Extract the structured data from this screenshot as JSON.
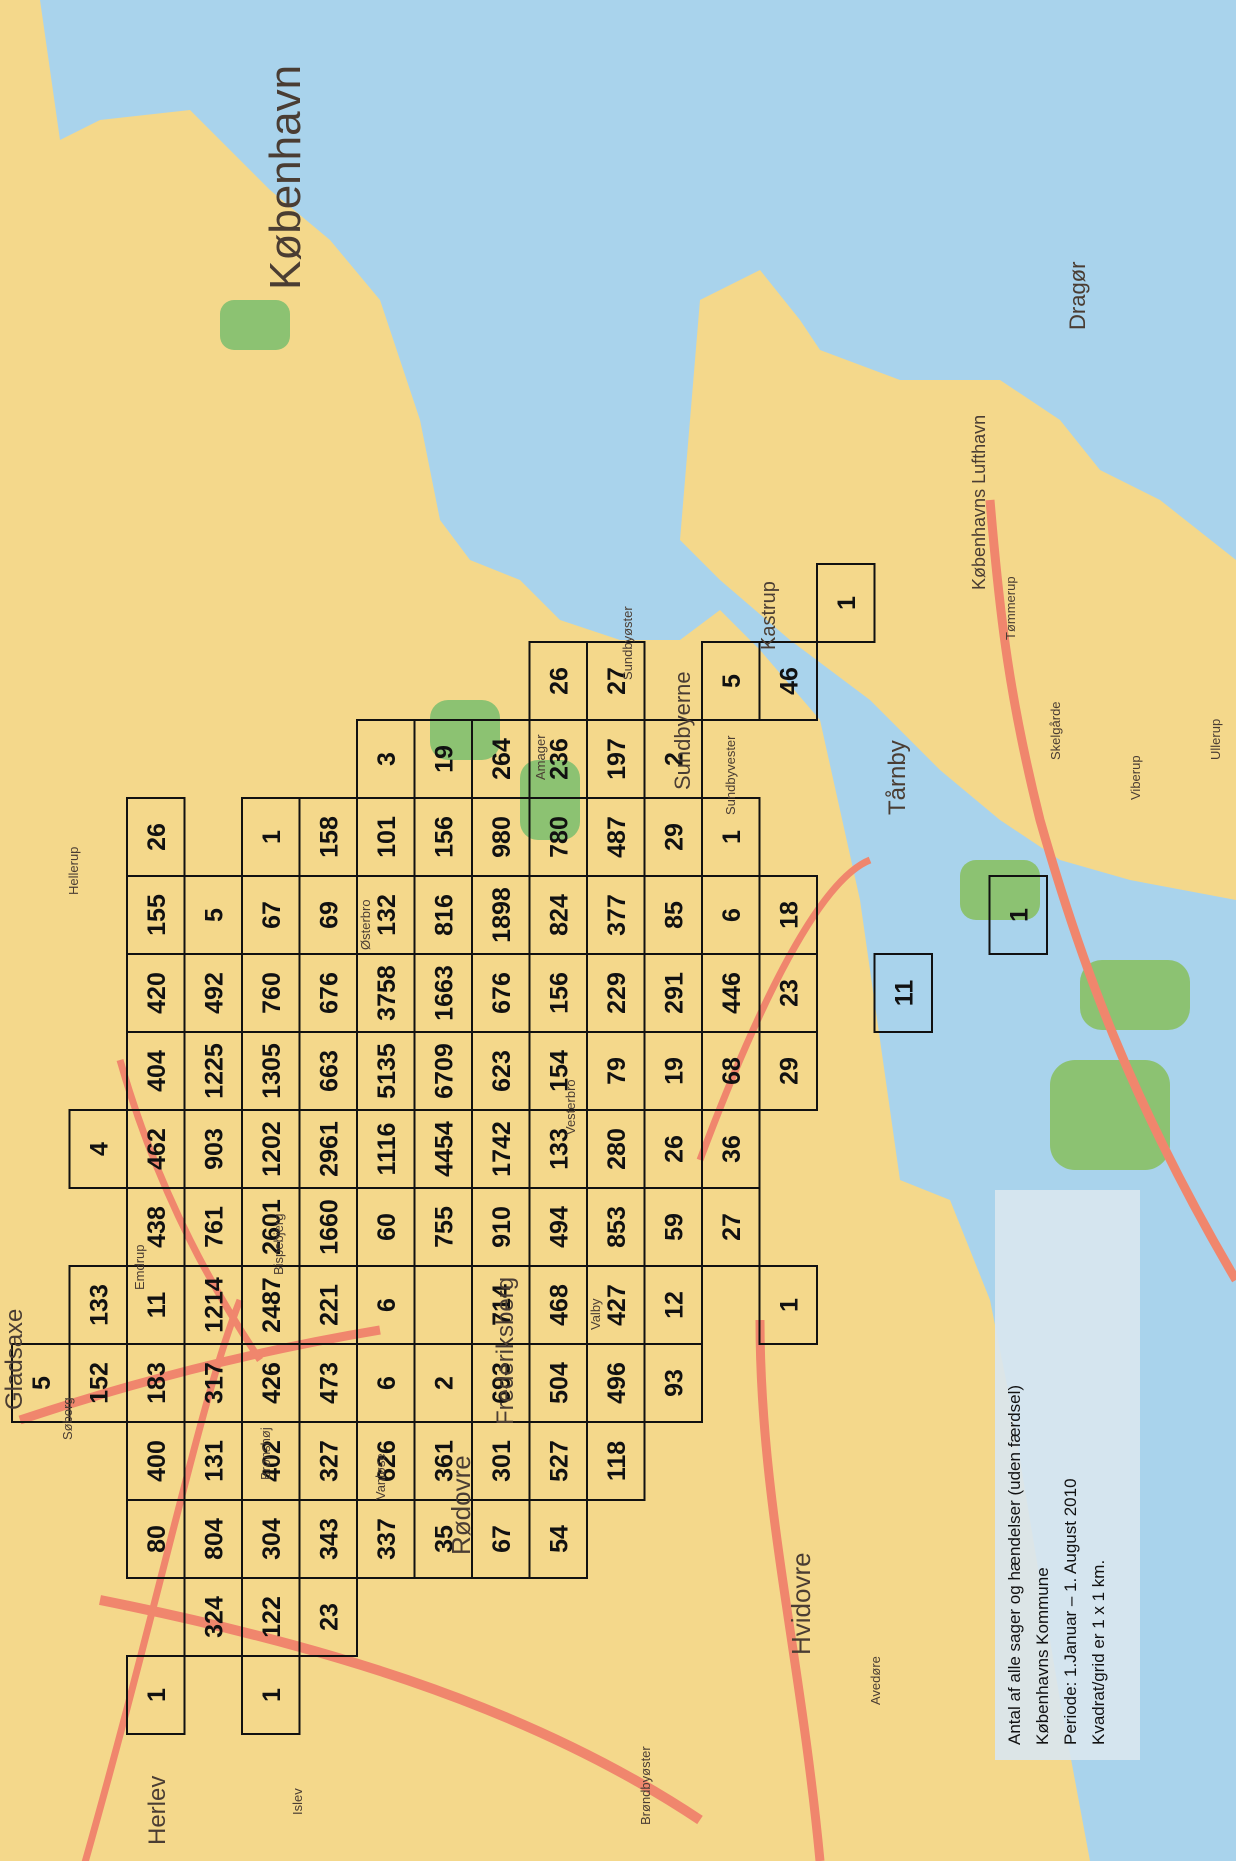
{
  "colors": {
    "sea": "#a9d3ec",
    "land": "#f4d88b",
    "road": "#f0866d",
    "park": "#8cc272",
    "grid": "#111111"
  },
  "city_label": "København",
  "places": {
    "gladsaxe": "Gladsaxe",
    "herlev": "Herlev",
    "rodovre": "Rødovre",
    "hvidovre": "Hvidovre",
    "frederiksberg": "Frederiksberg",
    "sundbyerne": "Sundbyerne",
    "tarnby": "Tårnby",
    "kastrup": "Kastrup",
    "dragor": "Dragør",
    "lufthavn": "Københavns Lufthavn",
    "hellerup": "Hellerup",
    "emdrup": "Emdrup",
    "bispebjerg": "Bispebjerg",
    "brønshøj": "Brønshøj",
    "vanløse": "Vanløse",
    "valby": "Valby",
    "amager": "Amager",
    "sundbyvester": "Sundbyvester",
    "sundbyoster": "Sundbyøster",
    "avedøre": "Avedøre",
    "brøndbyøster": "Brøndbyøster",
    "søborg": "Søborg",
    "islev": "Islev",
    "tømmerup": "Tømmerup",
    "skelgårde": "Skelgårde",
    "viberup": "Viberup",
    "ullerup": "Ullerup",
    "østerbro": "Østerbro",
    "vesterbro": "Vesterbro"
  },
  "legend": {
    "items": [
      "Antal af alle sager og hændelser (uden færdsel)",
      "Københavns Kommune",
      "Periode: 1.Januar – 1. August 2010",
      "Kvadrat/grid er 1 x 1 km."
    ]
  },
  "grid": [
    {
      "row": 0,
      "col": 6,
      "value": "5"
    },
    {
      "row": 1,
      "col": 6,
      "value": "152"
    },
    {
      "row": 1,
      "col": 7,
      "value": "133"
    },
    {
      "row": 1,
      "col": 9,
      "value": "4"
    },
    {
      "row": 2,
      "col": 2,
      "value": "1"
    },
    {
      "row": 2,
      "col": 4,
      "value": "80"
    },
    {
      "row": 2,
      "col": 5,
      "value": "400"
    },
    {
      "row": 2,
      "col": 6,
      "value": "183"
    },
    {
      "row": 2,
      "col": 7,
      "value": "11"
    },
    {
      "row": 2,
      "col": 8,
      "value": "438"
    },
    {
      "row": 2,
      "col": 9,
      "value": "462"
    },
    {
      "row": 2,
      "col": 10,
      "value": "404"
    },
    {
      "row": 2,
      "col": 11,
      "value": "420"
    },
    {
      "row": 2,
      "col": 12,
      "value": "155"
    },
    {
      "row": 2,
      "col": 13,
      "value": "26"
    },
    {
      "row": 3,
      "col": 3,
      "value": "324"
    },
    {
      "row": 3,
      "col": 4,
      "value": "804"
    },
    {
      "row": 3,
      "col": 5,
      "value": "131"
    },
    {
      "row": 3,
      "col": 6,
      "value": "317"
    },
    {
      "row": 3,
      "col": 7,
      "value": "1214"
    },
    {
      "row": 3,
      "col": 8,
      "value": "761"
    },
    {
      "row": 3,
      "col": 9,
      "value": "903"
    },
    {
      "row": 3,
      "col": 10,
      "value": "1225"
    },
    {
      "row": 3,
      "col": 11,
      "value": "492"
    },
    {
      "row": 3,
      "col": 12,
      "value": "5"
    },
    {
      "row": 4,
      "col": 2,
      "value": "1"
    },
    {
      "row": 4,
      "col": 3,
      "value": "122"
    },
    {
      "row": 4,
      "col": 4,
      "value": "304"
    },
    {
      "row": 4,
      "col": 5,
      "value": "402"
    },
    {
      "row": 4,
      "col": 6,
      "value": "426"
    },
    {
      "row": 4,
      "col": 7,
      "value": "2487"
    },
    {
      "row": 4,
      "col": 8,
      "value": "2601"
    },
    {
      "row": 4,
      "col": 9,
      "value": "1202"
    },
    {
      "row": 4,
      "col": 10,
      "value": "1305"
    },
    {
      "row": 4,
      "col": 11,
      "value": "760"
    },
    {
      "row": 4,
      "col": 12,
      "value": "67"
    },
    {
      "row": 4,
      "col": 13,
      "value": "1"
    },
    {
      "row": 5,
      "col": 3,
      "value": "23"
    },
    {
      "row": 5,
      "col": 4,
      "value": "343"
    },
    {
      "row": 5,
      "col": 5,
      "value": "327"
    },
    {
      "row": 5,
      "col": 6,
      "value": "473"
    },
    {
      "row": 5,
      "col": 7,
      "value": "221"
    },
    {
      "row": 5,
      "col": 8,
      "value": "1660"
    },
    {
      "row": 5,
      "col": 9,
      "value": "2961"
    },
    {
      "row": 5,
      "col": 10,
      "value": "663"
    },
    {
      "row": 5,
      "col": 11,
      "value": "676"
    },
    {
      "row": 5,
      "col": 12,
      "value": "69"
    },
    {
      "row": 5,
      "col": 13,
      "value": "158"
    },
    {
      "row": 6,
      "col": 4,
      "value": "337"
    },
    {
      "row": 6,
      "col": 5,
      "value": "626"
    },
    {
      "row": 6,
      "col": 6,
      "value": "6"
    },
    {
      "row": 6,
      "col": 7,
      "value": "6"
    },
    {
      "row": 6,
      "col": 8,
      "value": "60"
    },
    {
      "row": 6,
      "col": 9,
      "value": "1116"
    },
    {
      "row": 6,
      "col": 10,
      "value": "5135"
    },
    {
      "row": 6,
      "col": 11,
      "value": "3758"
    },
    {
      "row": 6,
      "col": 12,
      "value": "132"
    },
    {
      "row": 6,
      "col": 13,
      "value": "101"
    },
    {
      "row": 6,
      "col": 14,
      "value": "3"
    },
    {
      "row": 7,
      "col": 4,
      "value": "35"
    },
    {
      "row": 7,
      "col": 5,
      "value": "361"
    },
    {
      "row": 7,
      "col": 6,
      "value": "2"
    },
    {
      "row": 7,
      "col": 8,
      "value": "755"
    },
    {
      "row": 7,
      "col": 9,
      "value": "4454"
    },
    {
      "row": 7,
      "col": 10,
      "value": "6709"
    },
    {
      "row": 7,
      "col": 11,
      "value": "1663"
    },
    {
      "row": 7,
      "col": 12,
      "value": "816"
    },
    {
      "row": 7,
      "col": 13,
      "value": "156"
    },
    {
      "row": 7,
      "col": 14,
      "value": "19"
    },
    {
      "row": 8,
      "col": 4,
      "value": "67"
    },
    {
      "row": 8,
      "col": 5,
      "value": "301"
    },
    {
      "row": 8,
      "col": 6,
      "value": "693"
    },
    {
      "row": 8,
      "col": 7,
      "value": "714"
    },
    {
      "row": 8,
      "col": 8,
      "value": "910"
    },
    {
      "row": 8,
      "col": 9,
      "value": "1742"
    },
    {
      "row": 8,
      "col": 10,
      "value": "623"
    },
    {
      "row": 8,
      "col": 11,
      "value": "676"
    },
    {
      "row": 8,
      "col": 12,
      "value": "1898"
    },
    {
      "row": 8,
      "col": 13,
      "value": "980"
    },
    {
      "row": 8,
      "col": 14,
      "value": "264"
    },
    {
      "row": 9,
      "col": 4,
      "value": "54"
    },
    {
      "row": 9,
      "col": 5,
      "value": "527"
    },
    {
      "row": 9,
      "col": 6,
      "value": "504"
    },
    {
      "row": 9,
      "col": 7,
      "value": "468"
    },
    {
      "row": 9,
      "col": 8,
      "value": "494"
    },
    {
      "row": 9,
      "col": 9,
      "value": "133"
    },
    {
      "row": 9,
      "col": 10,
      "value": "154"
    },
    {
      "row": 9,
      "col": 11,
      "value": "156"
    },
    {
      "row": 9,
      "col": 12,
      "value": "824"
    },
    {
      "row": 9,
      "col": 13,
      "value": "780"
    },
    {
      "row": 9,
      "col": 14,
      "value": "236"
    },
    {
      "row": 9,
      "col": 15,
      "value": "26"
    },
    {
      "row": 10,
      "col": 5,
      "value": "118"
    },
    {
      "row": 10,
      "col": 6,
      "value": "496"
    },
    {
      "row": 10,
      "col": 7,
      "value": "427"
    },
    {
      "row": 10,
      "col": 8,
      "value": "853"
    },
    {
      "row": 10,
      "col": 9,
      "value": "280"
    },
    {
      "row": 10,
      "col": 10,
      "value": "79"
    },
    {
      "row": 10,
      "col": 11,
      "value": "229"
    },
    {
      "row": 10,
      "col": 12,
      "value": "377"
    },
    {
      "row": 10,
      "col": 13,
      "value": "487"
    },
    {
      "row": 10,
      "col": 14,
      "value": "197"
    },
    {
      "row": 10,
      "col": 15,
      "value": "27"
    },
    {
      "row": 11,
      "col": 6,
      "value": "93"
    },
    {
      "row": 11,
      "col": 7,
      "value": "12"
    },
    {
      "row": 11,
      "col": 8,
      "value": "59"
    },
    {
      "row": 11,
      "col": 9,
      "value": "26"
    },
    {
      "row": 11,
      "col": 10,
      "value": "19"
    },
    {
      "row": 11,
      "col": 11,
      "value": "291"
    },
    {
      "row": 11,
      "col": 12,
      "value": "85"
    },
    {
      "row": 11,
      "col": 13,
      "value": "29"
    },
    {
      "row": 11,
      "col": 14,
      "value": "2"
    },
    {
      "row": 12,
      "col": 8,
      "value": "27"
    },
    {
      "row": 12,
      "col": 9,
      "value": "36"
    },
    {
      "row": 12,
      "col": 10,
      "value": "68"
    },
    {
      "row": 12,
      "col": 11,
      "value": "446"
    },
    {
      "row": 12,
      "col": 12,
      "value": "6"
    },
    {
      "row": 12,
      "col": 13,
      "value": "1"
    },
    {
      "row": 12,
      "col": 15,
      "value": "5"
    },
    {
      "row": 13,
      "col": 7,
      "value": "1"
    },
    {
      "row": 13,
      "col": 10,
      "value": "29"
    },
    {
      "row": 13,
      "col": 11,
      "value": "23"
    },
    {
      "row": 13,
      "col": 12,
      "value": "18"
    },
    {
      "row": 13,
      "col": 15,
      "value": "46"
    },
    {
      "row": 14,
      "col": 16,
      "value": "1"
    },
    {
      "row": 15,
      "col": 11,
      "value": "11"
    },
    {
      "row": 17,
      "col": 12,
      "value": "1"
    }
  ]
}
